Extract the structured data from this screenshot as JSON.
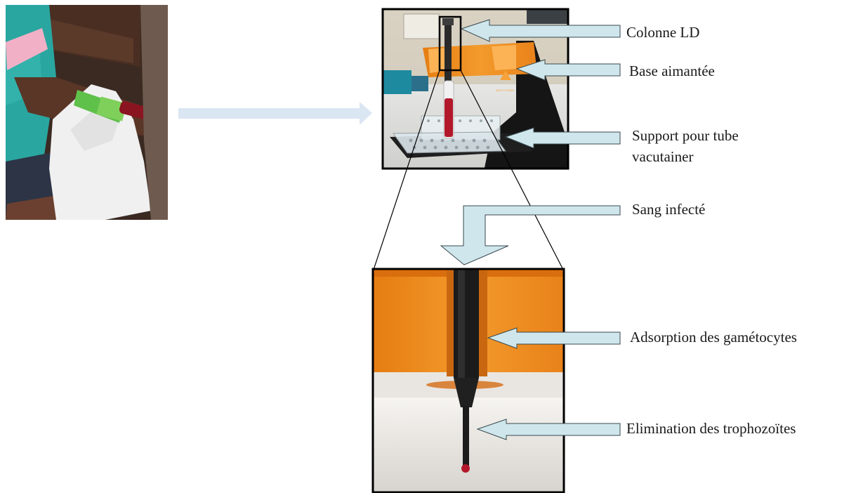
{
  "labels": {
    "colonne": "Colonne LD",
    "base": "Base aimantée",
    "support_line1": "Support pour tube",
    "support_line2": "vacutainer",
    "sang": "Sang infecté",
    "adsorption": "Adsorption des gamétocytes",
    "elimination": "Elimination des trophozoïtes"
  },
  "photo_marks": {
    "stand_logo": "MULTI STAND"
  },
  "colors": {
    "arrow_fill": "#cfe7ec",
    "arrow_stroke": "#3a4a50",
    "big_arrow": "#dbe6f3",
    "orange": "#f08a1c",
    "blood": "#b3182a"
  }
}
